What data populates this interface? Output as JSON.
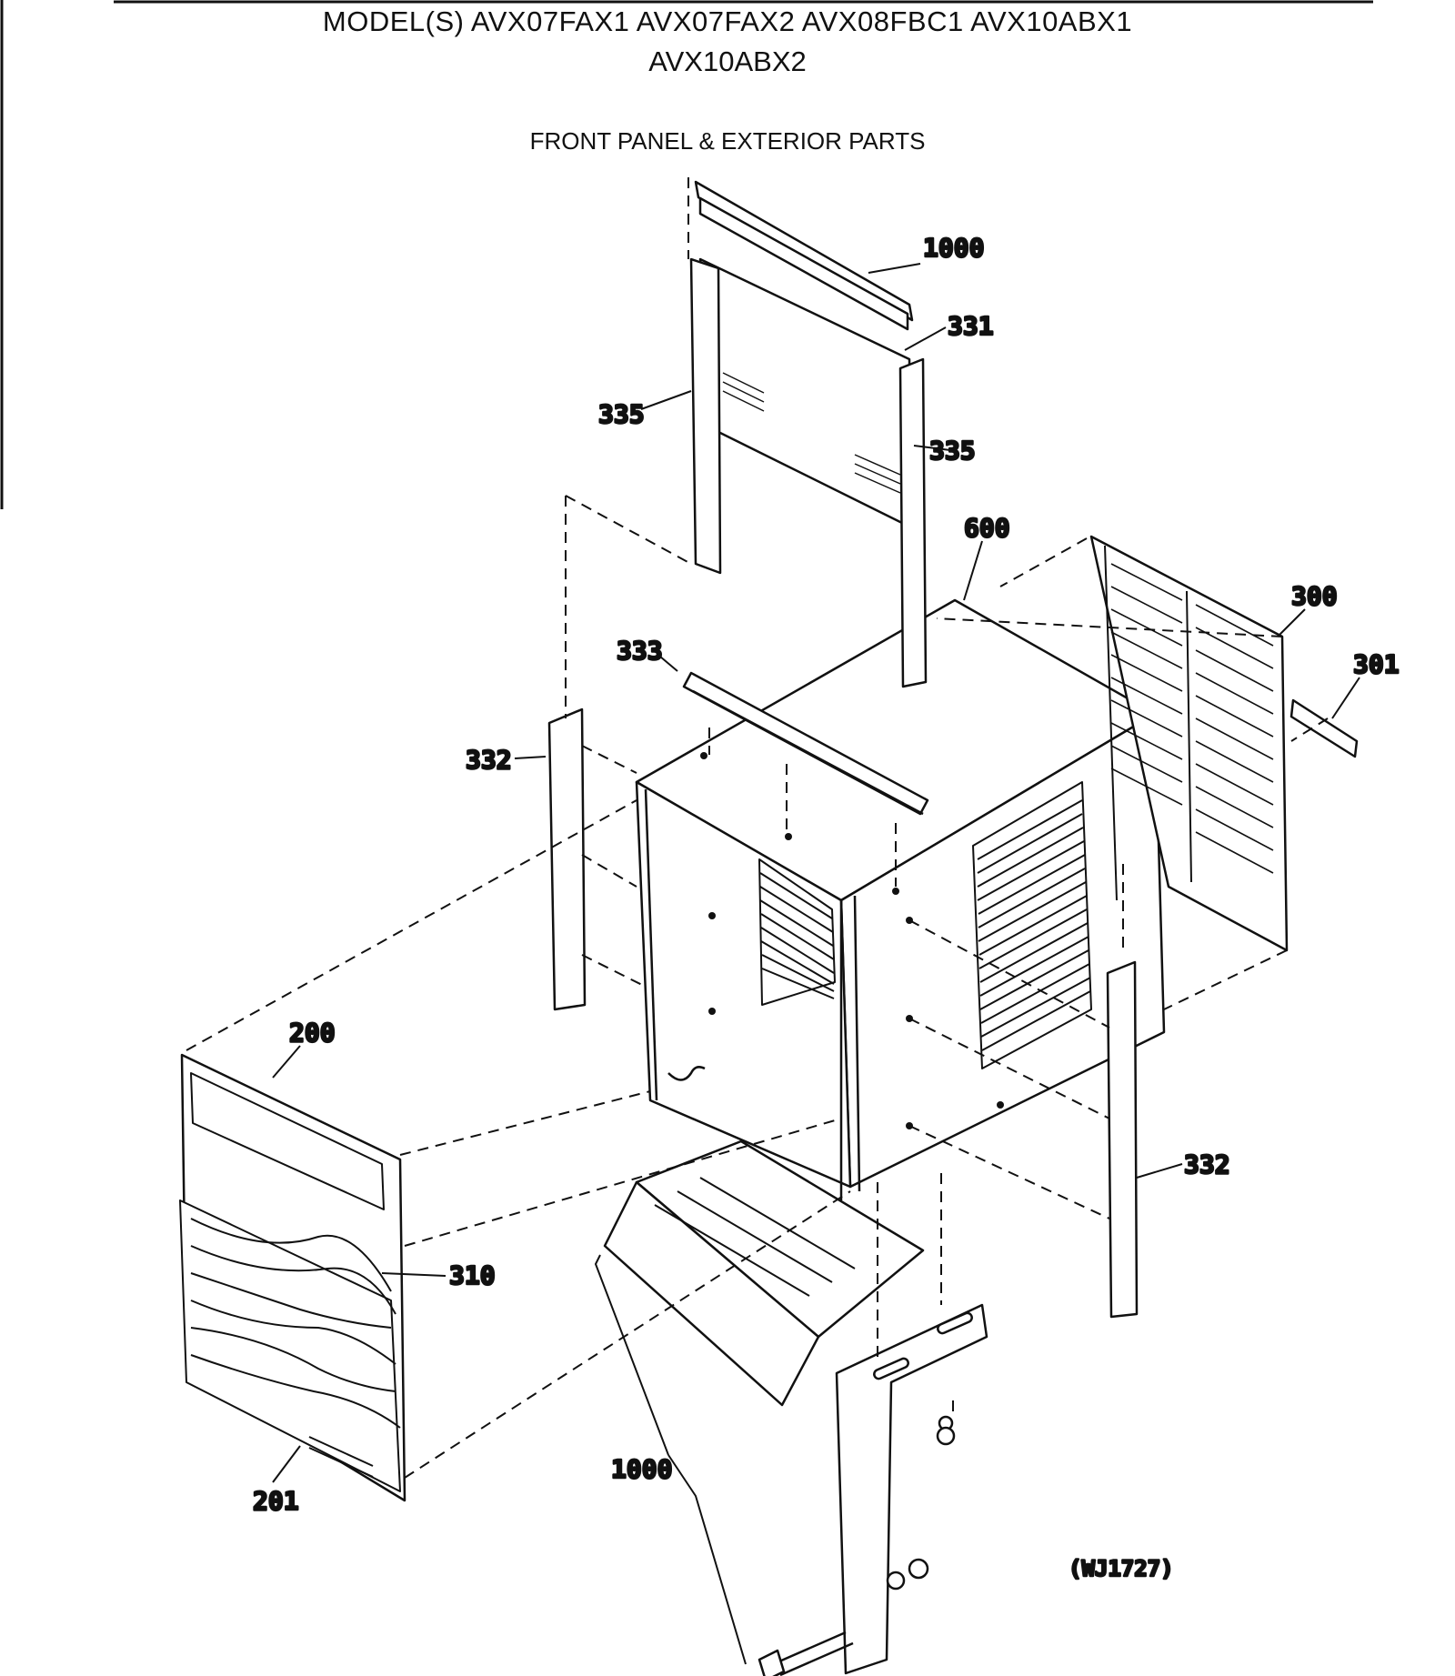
{
  "header": {
    "models_line1": "MODEL(S) AVX07FAX1  AVX07FAX2  AVX08FBC1  AVX10ABX1",
    "models_line2": "AVX10ABX2",
    "section_title": "FRONT PANEL & EXTERIOR PARTS"
  },
  "callouts": {
    "c1000_top": "1000",
    "c331": "331",
    "c335_left": "335",
    "c335_right": "335",
    "c600": "600",
    "c300": "300",
    "c301": "301",
    "c333": "333",
    "c332_left": "332",
    "c332_right": "332",
    "c200": "200",
    "c310": "310",
    "c201": "201",
    "c1000_bottom": "1000"
  },
  "figure_code": "(WJ1727)"
}
